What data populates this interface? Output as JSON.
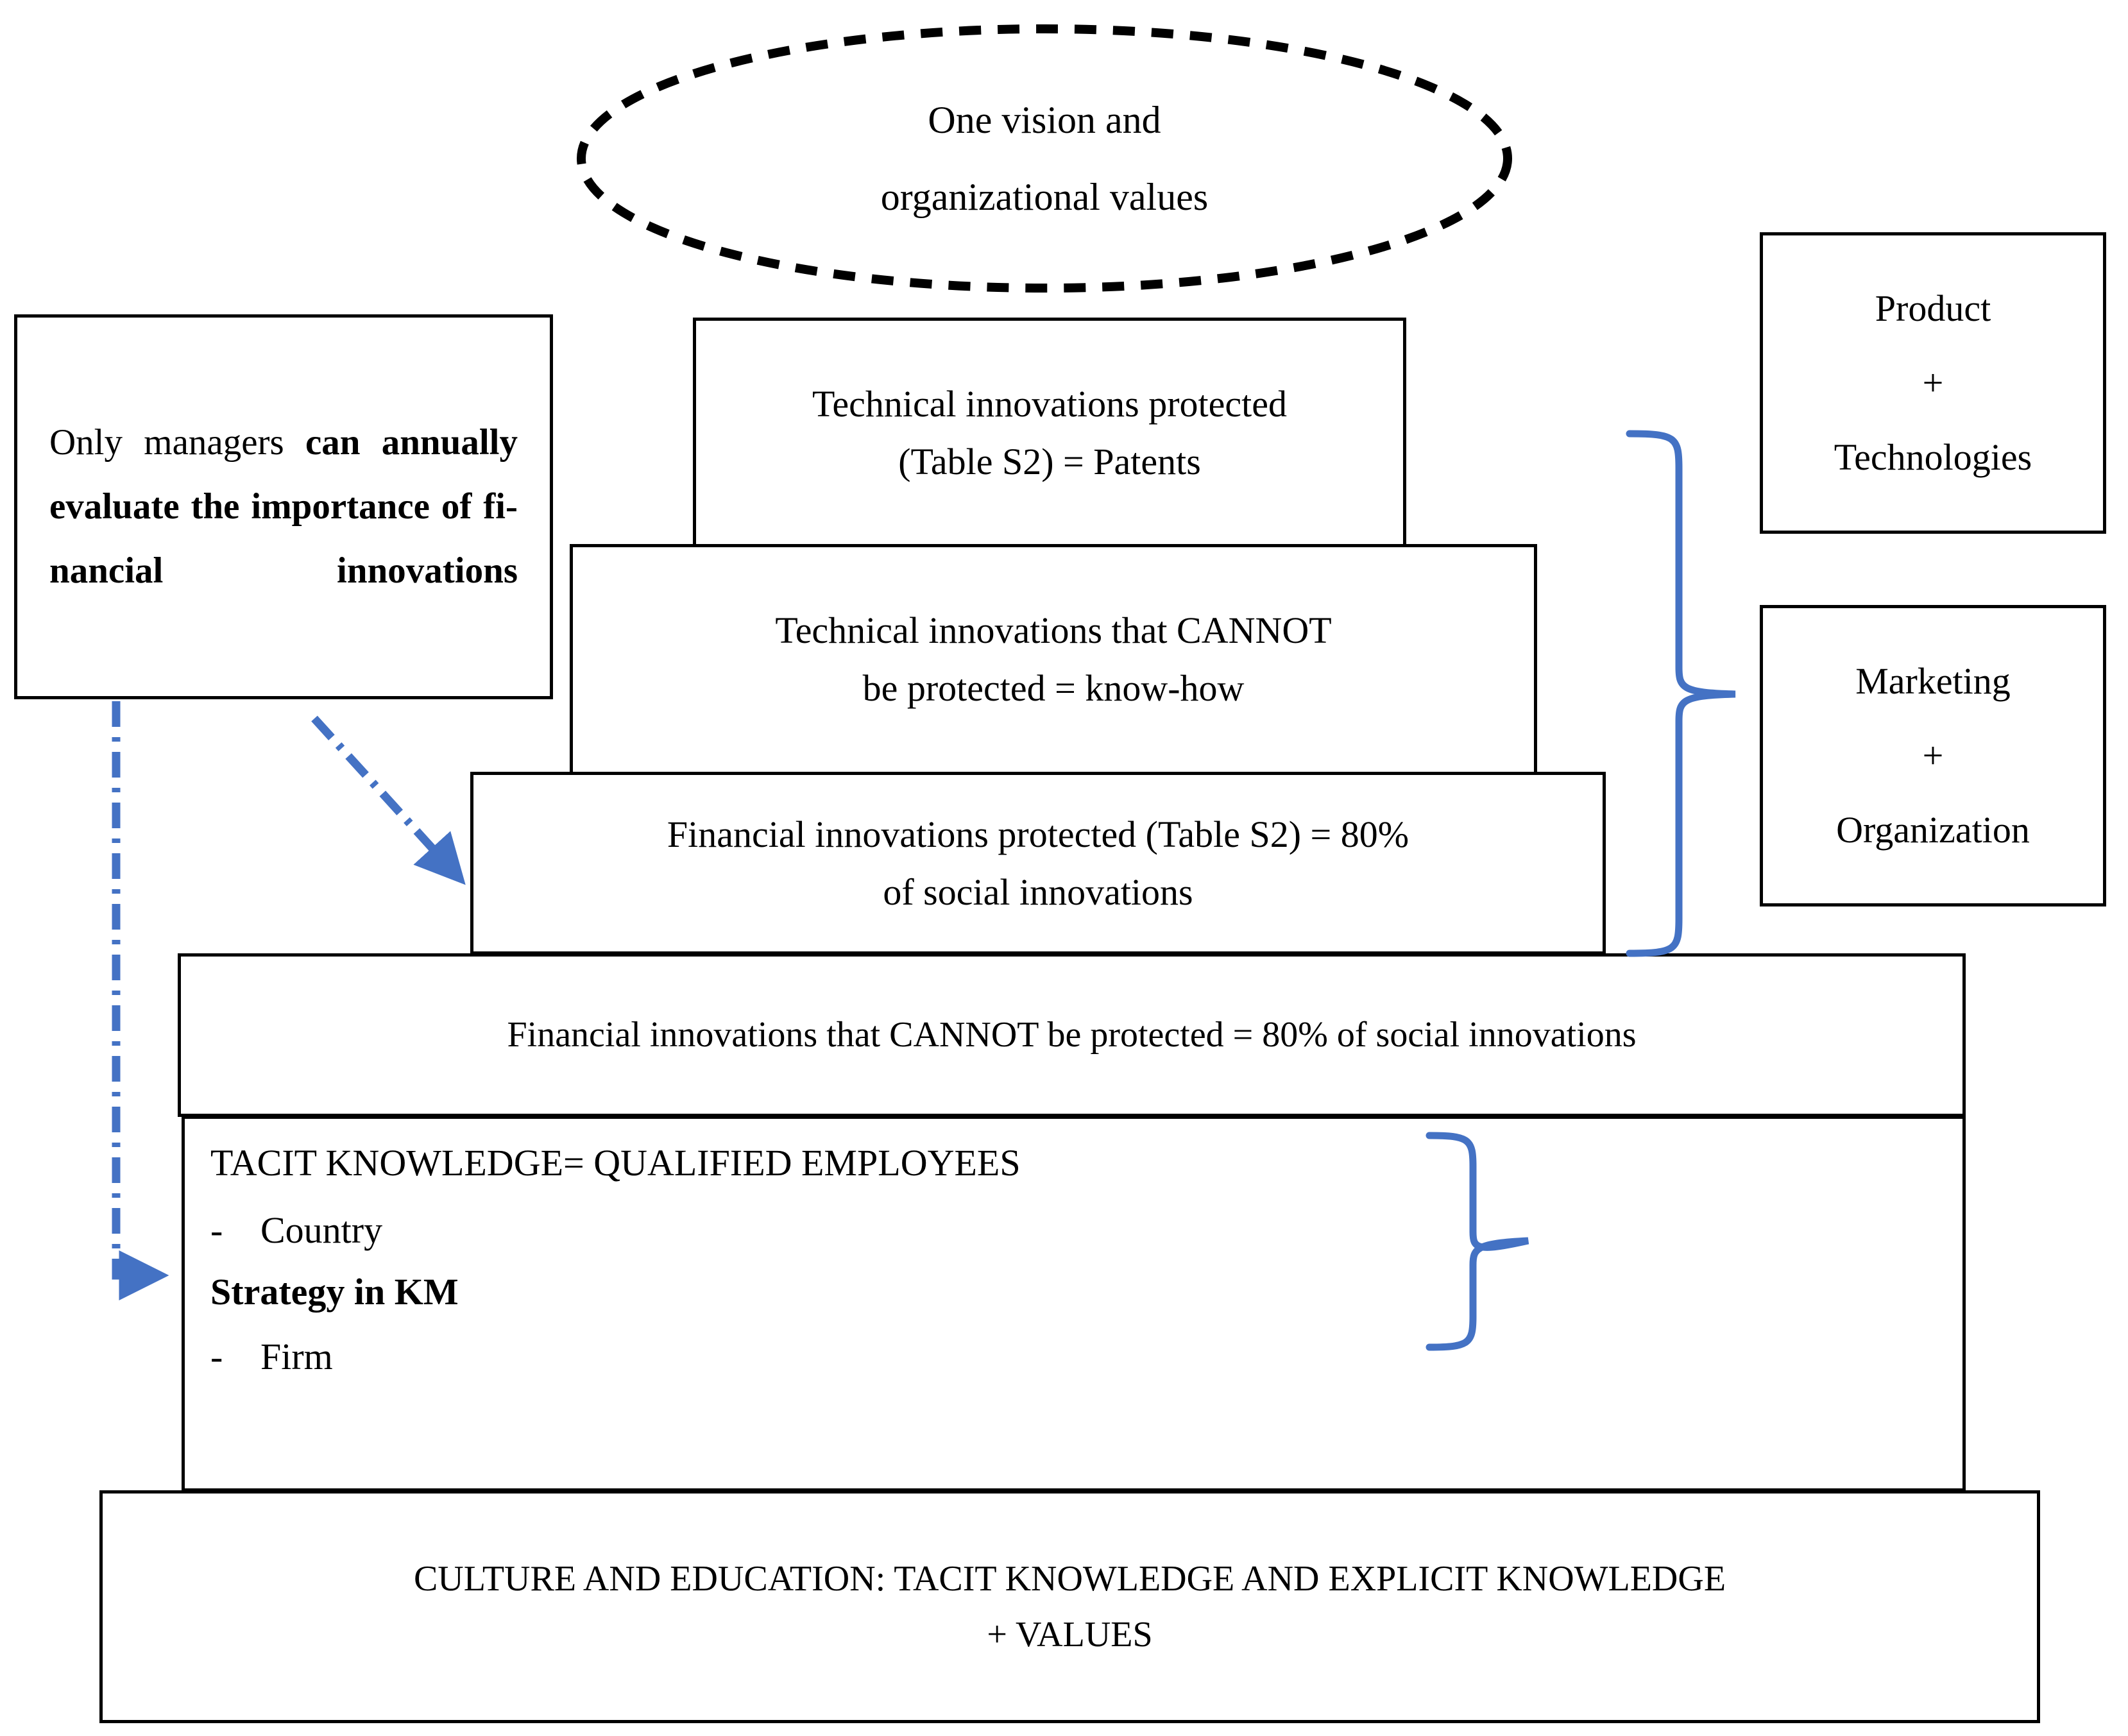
{
  "diagram": {
    "title": "Knowledge management and innovation protection pyramid",
    "accent_blue": "#4472C4",
    "line_black": "#000000"
  },
  "vision_ellipse": {
    "line1": "One vision and",
    "line2": "organizational values"
  },
  "left_note": {
    "regular_prefix": "Only managers ",
    "bold_rest": "can annually evaluate the importance of fi-nancial innovations"
  },
  "pyramid": {
    "tier1": {
      "line1": "Technical innovations protected",
      "line2": "(Table S2)    = Patents"
    },
    "tier2": {
      "line1": "Technical innovations that CANNOT",
      "line2": "be    protected    = know-how"
    },
    "tier3": {
      "line1": "Financial innovations protected (Table S2) = 80%",
      "line2": "of social innovations"
    },
    "tier4": {
      "line1": "Financial innovations that CANNOT be protected = 80% of social innovations"
    },
    "tier5": {
      "heading": "TACIT KNOWLEDGE= QUALIFIED EMPLOYEES",
      "bullet1_dash": "-",
      "bullet1_label": "Country",
      "strong_line": "Strategy in KM",
      "bullet2_dash": "-",
      "bullet2_label": "Firm"
    },
    "tier6": {
      "line1": "CULTURE AND EDUCATION: TACIT KNOWLEDGE AND EXPLICIT KNOWLEDGE",
      "line2": "+ VALUES"
    }
  },
  "right_boxes": {
    "product": {
      "line1": "Product",
      "line2": "+",
      "line3": "Technologies"
    },
    "marketing": {
      "line1": "Marketing",
      "line2": "+",
      "line3": "Organization"
    }
  },
  "connectors": {
    "arrow_diagonal": "dash-dot arrow from managers note to financial innovations protected box",
    "arrow_vertical": "dash-dot arrow from managers note down to tacit knowledge box",
    "brace_right": "curly brace grouping technical and financial innovation tiers",
    "brace_tacit": "curly brace grouping country / strategy in KM / firm"
  }
}
